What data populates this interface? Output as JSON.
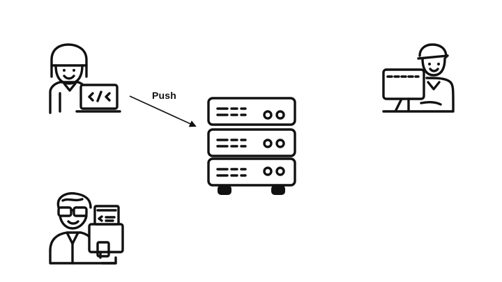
{
  "diagram": {
    "nodes": [
      {
        "id": "dev-laptop",
        "icon": "developer-with-laptop-icon"
      },
      {
        "id": "server",
        "icon": "server-rack-icon"
      },
      {
        "id": "dev-desktop",
        "icon": "developer-at-desktop-icon"
      },
      {
        "id": "dev-code",
        "icon": "developer-with-code-screen-icon"
      }
    ],
    "edges": [
      {
        "from": "dev-laptop",
        "to": "server",
        "label": "Push"
      }
    ],
    "colors": {
      "stroke": "#111111",
      "background": "#ffffff"
    }
  }
}
